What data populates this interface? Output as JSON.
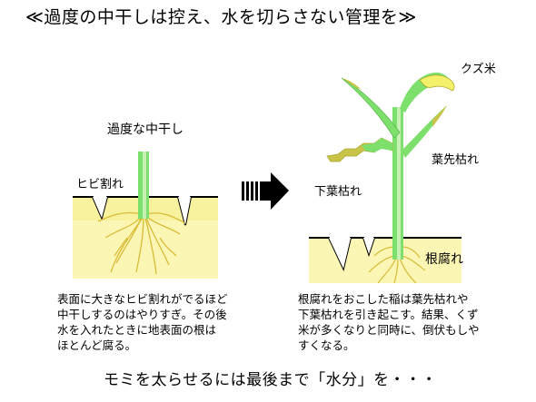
{
  "title": "≪過度の中干しは控え、水を切らさない管理を≫",
  "left_panel": {
    "heading": "過度な中干し",
    "crack_label": "ヒビ割れ",
    "description": "表面に大きなヒビ割れがでるほど\n中干しするのはやりすぎ。その後\n水を入れたときに地表面の根は\nほとんど腐る。"
  },
  "right_panel": {
    "kuzumai_label": "クズ米",
    "leaf_tip_wither_label": "葉先枯れ",
    "lower_leaf_wither_label": "下葉枯れ",
    "root_rot_label": "根腐れ",
    "description": "根腐れをおこした稲は葉先枯れや\n下葉枯れを引き起こす。結果、くず\n米が多くなりと同時に、倒伏もしや\nすくなる。"
  },
  "footer": "モミを太らせるには最後まで「水分」を・・・",
  "colors": {
    "soil": "#fbf6b4",
    "root": "#d8bb38",
    "stem": "#7de06d",
    "stem_light": "#c6f0b4",
    "leaf_tip": "#c9c447",
    "grain": "#f4f06a",
    "arrow": "#000000"
  }
}
